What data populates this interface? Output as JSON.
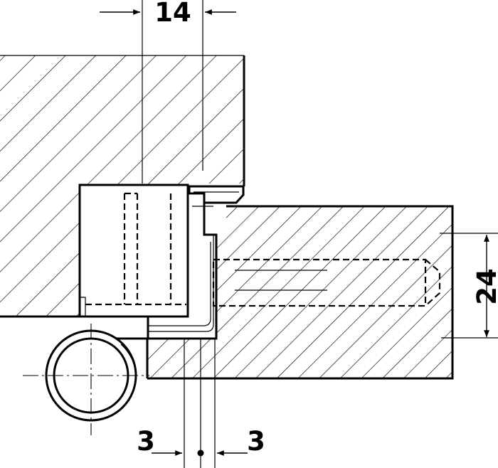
{
  "dimensions": {
    "top_width": "14",
    "side_height": "24",
    "bottom_left": "3",
    "bottom_right": "3"
  }
}
